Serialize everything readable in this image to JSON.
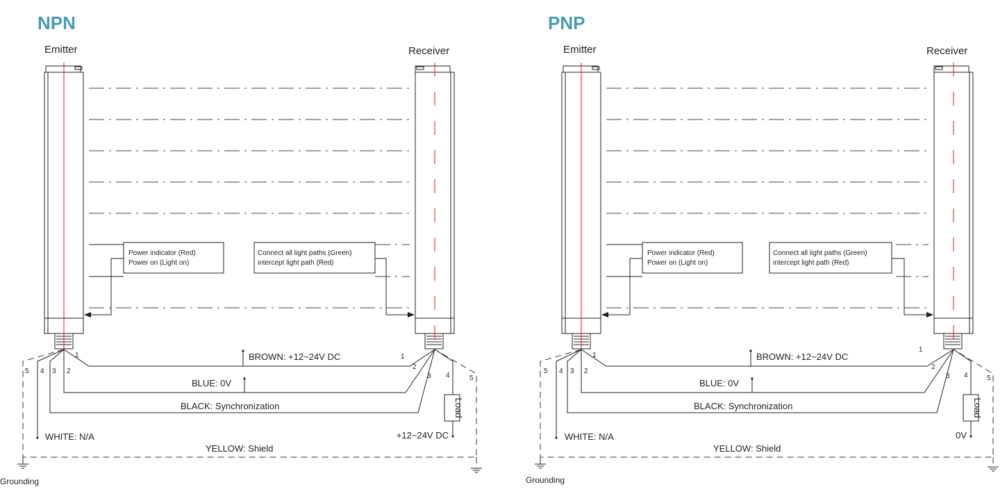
{
  "colors": {
    "title": "#4a9bb0",
    "axis_line": "#d21f1f",
    "line": "#222222"
  },
  "diagrams": [
    {
      "title": "NPN",
      "emitter_label": "Emitter",
      "receiver_label": "Receiver",
      "emitter_indicator": [
        "Power indicator (Red)",
        "Power on (Light on)"
      ],
      "receiver_indicator": [
        "Connect all light paths (Green)",
        "intercept light path (Red)"
      ],
      "wires": {
        "brown": "BROWN: +12~24V DC",
        "blue": "BLUE: 0V",
        "black": "BLACK: Synchronization",
        "white": "WHITE: N/A",
        "yellow": "YELLOW: Shield",
        "load_supply": "+12~24V  DC"
      },
      "load_label": "Load",
      "grounding_label": "Grounding",
      "emitter_pins": [
        "5",
        "4",
        "3",
        "2",
        "1"
      ],
      "receiver_pins": [
        "1",
        "2",
        "3",
        "4",
        "5"
      ]
    },
    {
      "title": "PNP",
      "emitter_label": "Emitter",
      "receiver_label": "Receiver",
      "emitter_indicator": [
        "Power indicator (Red)",
        "Power on (Light on)"
      ],
      "receiver_indicator": [
        "Connect all light paths (Green)",
        "intercept light path (Red)"
      ],
      "wires": {
        "brown": "BROWN: +12~24V  DC",
        "blue": "BLUE: 0V",
        "black": "BLACK: Synchronization",
        "white": "WHITE: N/A",
        "yellow": "YELLOW: Shield",
        "load_supply": "0V"
      },
      "load_label": "Load",
      "grounding_label": "Grounding",
      "emitter_pins": [
        "5",
        "4",
        "3",
        "2",
        "1"
      ],
      "receiver_pins": [
        "1",
        "2",
        "3",
        "4",
        "5"
      ]
    }
  ]
}
